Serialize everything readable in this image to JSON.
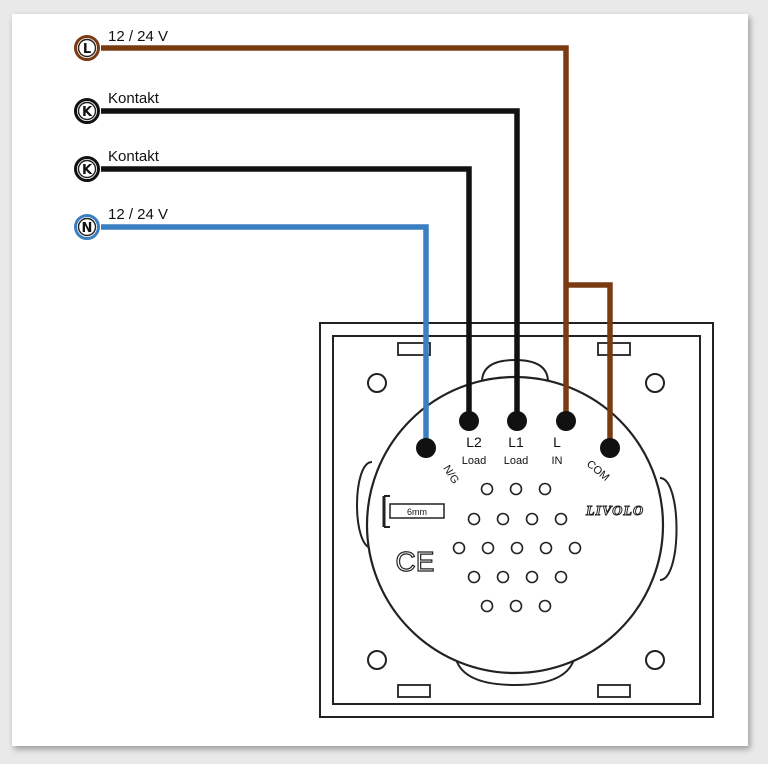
{
  "wires": [
    {
      "symbol": "L",
      "label": "12 / 24 V",
      "color": "#7a3b12"
    },
    {
      "symbol": "K",
      "label": "Kontakt",
      "color": "#111111"
    },
    {
      "symbol": "K",
      "label": "Kontakt",
      "color": "#111111"
    },
    {
      "symbol": "N",
      "label": "12 / 24 V",
      "color": "#3a7fc1"
    }
  ],
  "terminals": [
    {
      "main": "",
      "sub": "N/G"
    },
    {
      "main": "L2",
      "sub": "Load"
    },
    {
      "main": "L1",
      "sub": "Load"
    },
    {
      "main": "L",
      "sub": "IN"
    },
    {
      "main": "",
      "sub": "COM"
    }
  ],
  "device": {
    "brand": "LIVOLO",
    "gap_label": "6mm",
    "ce_mark": "CE"
  }
}
